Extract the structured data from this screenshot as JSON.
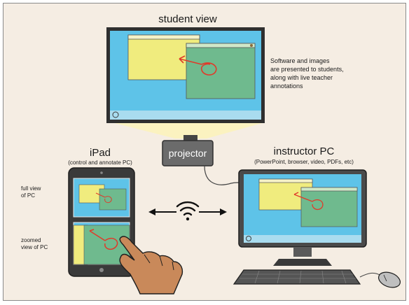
{
  "student_view": {
    "title": "student view",
    "description_lines": [
      "Software and images",
      "are presented to students,",
      "along with live teacher",
      "annotations"
    ]
  },
  "projector": {
    "label": "projector"
  },
  "ipad": {
    "title": "iPad",
    "subtitle": "(control and annotate PC)",
    "full_view_lines": [
      "full view",
      "of PC"
    ],
    "zoomed_view_lines": [
      "zoomed",
      "view of PC"
    ]
  },
  "instructor_pc": {
    "title": "instructor PC",
    "subtitle": "(PowerPoint, browser, video, PDFs, etc)"
  },
  "colors": {
    "background": "#f5ede3",
    "screen_blue": "#5ec3e8",
    "window_yellow": "#f0ec7e",
    "window_green": "#6fba8e",
    "annotation_red": "#e03a2a",
    "device_dark": "#3a3a3a",
    "beam_yellow": "#fbf2c0"
  },
  "icons": [
    "wifi-icon",
    "double-arrow-icon",
    "hand-icon",
    "mouse-icon",
    "keyboard-icon"
  ]
}
